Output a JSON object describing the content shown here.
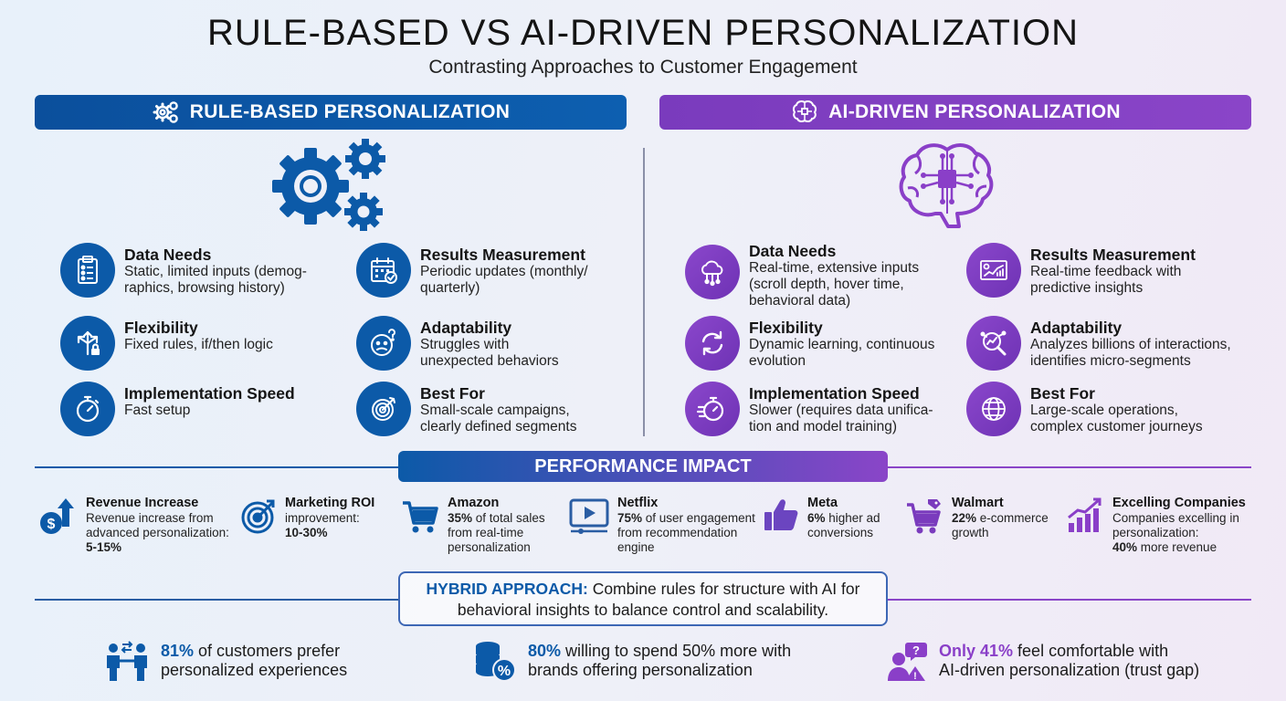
{
  "header": {
    "title": "RULE-BASED VS AI-DRIVEN PERSONALIZATION",
    "subtitle": "Contrasting Approaches to Customer Engagement"
  },
  "colors": {
    "blue": "#0c5aa8",
    "purple": "#8a45c8"
  },
  "rule_based": {
    "banner": "RULE-BASED PERSONALIZATION",
    "features": [
      {
        "title": "Data Needs",
        "line1": "Static, limited inputs (demog-",
        "line2": "raphics, browsing history)",
        "icon": "clipboard-icon"
      },
      {
        "title": "Flexibility",
        "line1": "Fixed rules, if/then logic",
        "line2": "",
        "icon": "split-arrows-lock-icon"
      },
      {
        "title": "Implementation Speed",
        "line1": "Fast setup",
        "line2": "",
        "icon": "stopwatch-icon"
      },
      {
        "title": "Results Measurement",
        "line1": "Periodic updates (monthly/",
        "line2": "quarterly)",
        "icon": "calendar-check-icon"
      },
      {
        "title": "Adaptability",
        "line1": "Struggles with",
        "line2": "unexpected behaviors",
        "icon": "confused-face-icon"
      },
      {
        "title": "Best For",
        "line1": "Small-scale campaigns,",
        "line2": "clearly defined segments",
        "icon": "target-icon"
      }
    ]
  },
  "ai_driven": {
    "banner": "AI-DRIVEN PERSONALIZATION",
    "features": [
      {
        "title": "Data Needs",
        "line1": "Real-time, extensive inputs",
        "line2": "(scroll depth, hover time,",
        "line3": "behavioral data)",
        "icon": "cloud-network-icon"
      },
      {
        "title": "Flexibility",
        "line1": "Dynamic learning, continuous",
        "line2": "evolution",
        "icon": "cycle-arrows-icon"
      },
      {
        "title": "Implementation Speed",
        "line1": "Slower (requires data unifica-",
        "line2": "tion and model training)",
        "icon": "stopwatch-icon"
      },
      {
        "title": "Results Measurement",
        "line1": "Real-time feedback with",
        "line2": "predictive insights",
        "icon": "dashboard-icon"
      },
      {
        "title": "Adaptability",
        "line1": "Analyzes billions of interactions,",
        "line2": "identifies micro-segments",
        "icon": "magnifier-chart-icon"
      },
      {
        "title": "Best For",
        "line1": "Large-scale operations,",
        "line2": "complex customer journeys",
        "icon": "globe-icon"
      }
    ]
  },
  "performance": {
    "banner": "PERFORMANCE IMPACT",
    "stats": [
      {
        "title": "Revenue Increase",
        "l1": "Revenue increase from",
        "l2": "advanced personalization:",
        "bold": "5-15%",
        "icon": "dollar-arrow-icon"
      },
      {
        "title": "Marketing ROI",
        "l1": "improvement:",
        "bold": "10-30%",
        "icon": "target-arrow-icon"
      },
      {
        "title": "Amazon",
        "bold": "35%",
        "l1": " of total sales",
        "l2": "from real-time",
        "l3": "personalization",
        "icon": "cart-icon"
      },
      {
        "title": "Netflix",
        "bold": "75%",
        "l1": " of user engagement",
        "l2": "from recommendation",
        "l3": "engine",
        "icon": "video-player-icon"
      },
      {
        "title": "Meta",
        "bold": "6%",
        "l1": " higher ad",
        "l2": "conversions",
        "icon": "thumbs-up-icon"
      },
      {
        "title": "Walmart",
        "bold": "22%",
        "l1": " e-commerce",
        "l2": "growth",
        "icon": "cart-tag-icon"
      },
      {
        "title": "Excelling Companies",
        "l1": "Companies excelling in",
        "l2": "personalization:",
        "bold": "40%",
        "l3": " more revenue",
        "icon": "growth-chart-icon"
      }
    ]
  },
  "hybrid": {
    "label": "HYBRID APPROACH:",
    "text1": " Combine rules for structure with AI for",
    "text2": "behavioral insights to balance control and scalability."
  },
  "bottom": [
    {
      "bold": "81%",
      "l1": " of customers prefer",
      "l2": "personalized experiences",
      "icon": "people-exchange-icon"
    },
    {
      "bold": "80%",
      "l1": " willing to spend 50% more with",
      "l2": "brands offering personalization",
      "icon": "coins-percent-icon"
    },
    {
      "bold": "Only 41%",
      "l1": " feel comfortable with",
      "l2": "AI-driven personalization (trust gap)",
      "icon": "person-question-icon"
    }
  ]
}
